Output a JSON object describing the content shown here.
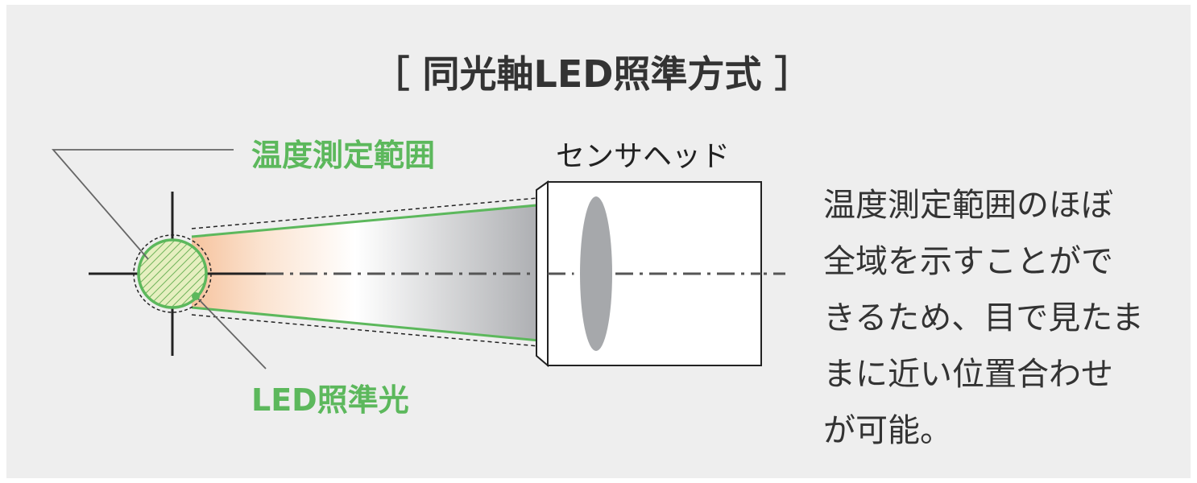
{
  "diagram": {
    "title": "［ 同光軸LED照準方式 ］",
    "labels": {
      "measurement_range": "温度測定範囲",
      "led_aiming_light": "LED照準光",
      "sensor_head": "センサヘッド"
    },
    "description_lines": [
      "温度測定範囲のほぼ",
      "全域を示すことがで",
      "きるため、目で見たま",
      "まに近い位置合わせ",
      "が可能。"
    ],
    "colors": {
      "background": "#eeeeee",
      "accent_green": "#5cb85c",
      "beam_orange": "#f7c9a8",
      "lens_gray": "#a6a8ab",
      "text_dark": "#333333"
    }
  }
}
